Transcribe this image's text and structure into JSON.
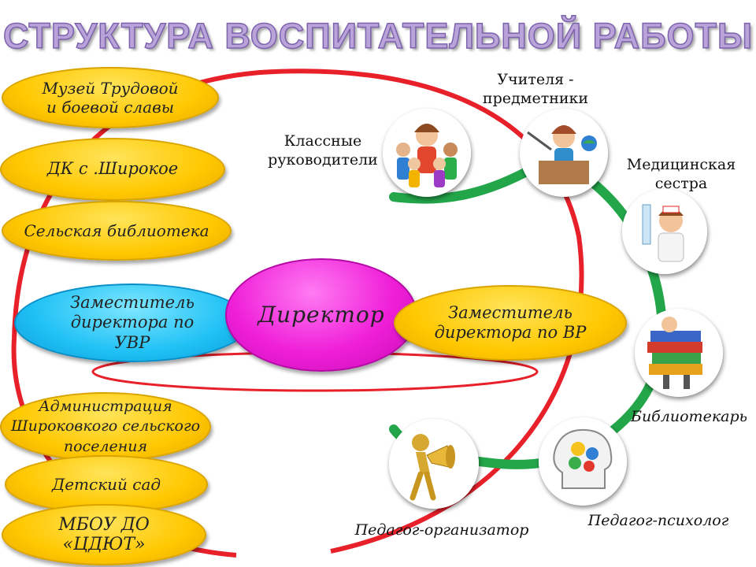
{
  "title": "СТРУКТУРА ВОСПИТАТЕЛЬНОЙ РАБОТЫ",
  "colors": {
    "ring": "#e8202a",
    "arc": "#23a64a",
    "yellow": "#ffc800",
    "blue": "#1fc1f5",
    "magenta": "#ef1fd8"
  },
  "center": {
    "director": "Директор"
  },
  "deputies": {
    "uvr": [
      "Заместитель",
      "директора по",
      "УВР"
    ],
    "vr": [
      "Заместитель",
      "директора по ВР"
    ]
  },
  "partners": {
    "museum": [
      "Музей Трудовой",
      "и боевой славы"
    ],
    "dk": "ДК с .Широкое",
    "library": "Сельская библиотека",
    "administration": [
      "Администрация",
      "Широковкого сельского",
      "поселения"
    ],
    "kindergarten": "Детский сад",
    "mbou": [
      "МБОУ ДО",
      "«ЦДЮТ»"
    ]
  },
  "staff": {
    "class_teachers": [
      "Классные",
      "руководители"
    ],
    "subject_teachers": [
      "Учителя -",
      "предметники"
    ],
    "nurse": [
      "Медицинская",
      "сестра"
    ],
    "librarian": "Библиотекарь",
    "psychologist": "Педагог-психолог",
    "organizer": "Педагог-организатор"
  },
  "icons": [
    "children-group-icon",
    "teacher-icon",
    "nurse-icon",
    "books-icon",
    "brain-gears-icon",
    "megaphone-figure-icon"
  ]
}
